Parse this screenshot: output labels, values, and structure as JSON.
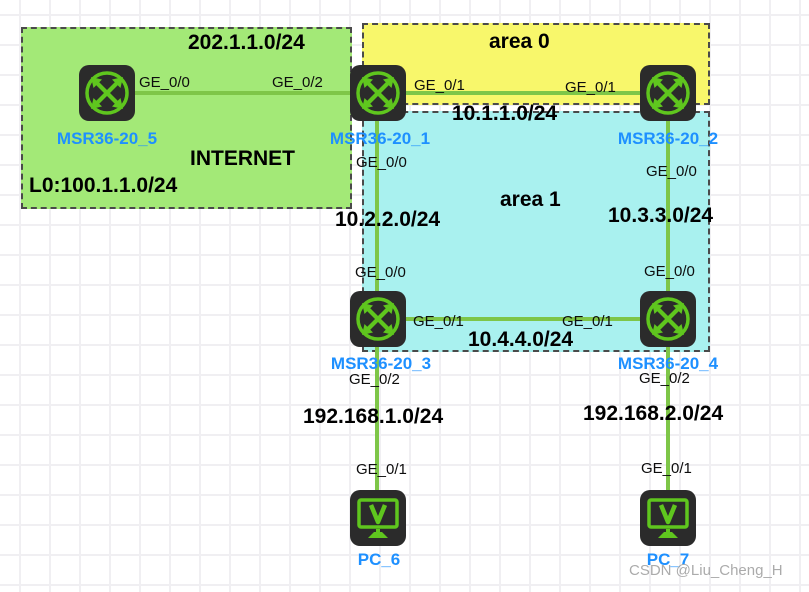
{
  "zones": {
    "internet": {
      "name": "INTERNET",
      "subnet": "202.1.1.0/24",
      "loopback": "L0:100.1.1.0/24"
    },
    "area0": {
      "name": "area 0"
    },
    "area1": {
      "name": "area 1"
    }
  },
  "subnets": {
    "net_10_1": "10.1.1.0/24",
    "net_10_2": "10.2.2.0/24",
    "net_10_3": "10.3.3.0/24",
    "net_10_4": "10.4.4.0/24",
    "net_192_1": "192.168.1.0/24",
    "net_192_2": "192.168.2.0/24"
  },
  "devices": {
    "msr5": {
      "name": "MSR36-20_5",
      "type": "router"
    },
    "msr1": {
      "name": "MSR36-20_1",
      "type": "router"
    },
    "msr2": {
      "name": "MSR36-20_2",
      "type": "router"
    },
    "msr3": {
      "name": "MSR36-20_3",
      "type": "router"
    },
    "msr4": {
      "name": "MSR36-20_4",
      "type": "router"
    },
    "pc6": {
      "name": "PC_6",
      "type": "pc"
    },
    "pc7": {
      "name": "PC_7",
      "type": "pc"
    }
  },
  "ports": {
    "r5_ge0_0": "GE_0/0",
    "r1_ge0_2": "GE_0/2",
    "r1_ge0_1": "GE_0/1",
    "r2_ge0_1": "GE_0/1",
    "r1_ge0_0": "GE_0/0",
    "r2_ge0_0": "GE_0/0",
    "r3_ge0_0": "GE_0/0",
    "r4_ge0_0": "GE_0/0",
    "r3_ge0_1": "GE_0/1",
    "r4_ge0_1": "GE_0/1",
    "r3_ge0_2": "GE_0/2",
    "r4_ge0_2": "GE_0/2",
    "pc6_ge0_1": "GE_0/1",
    "pc7_ge0_1": "GE_0/1"
  },
  "watermark": "CSDN @Liu_Cheng_H",
  "colors": {
    "internet_fill": "#a3e977",
    "area0_fill": "#f8f76b",
    "area1_fill": "#a9f1ef",
    "zone_border": "#4a4a4a",
    "link_green": "#7ec648",
    "icon_green": "#5fc61e",
    "icon_background": "#2b2b2b",
    "device_label_blue": "#1e90ff",
    "watermark_gray": "#ababab"
  }
}
